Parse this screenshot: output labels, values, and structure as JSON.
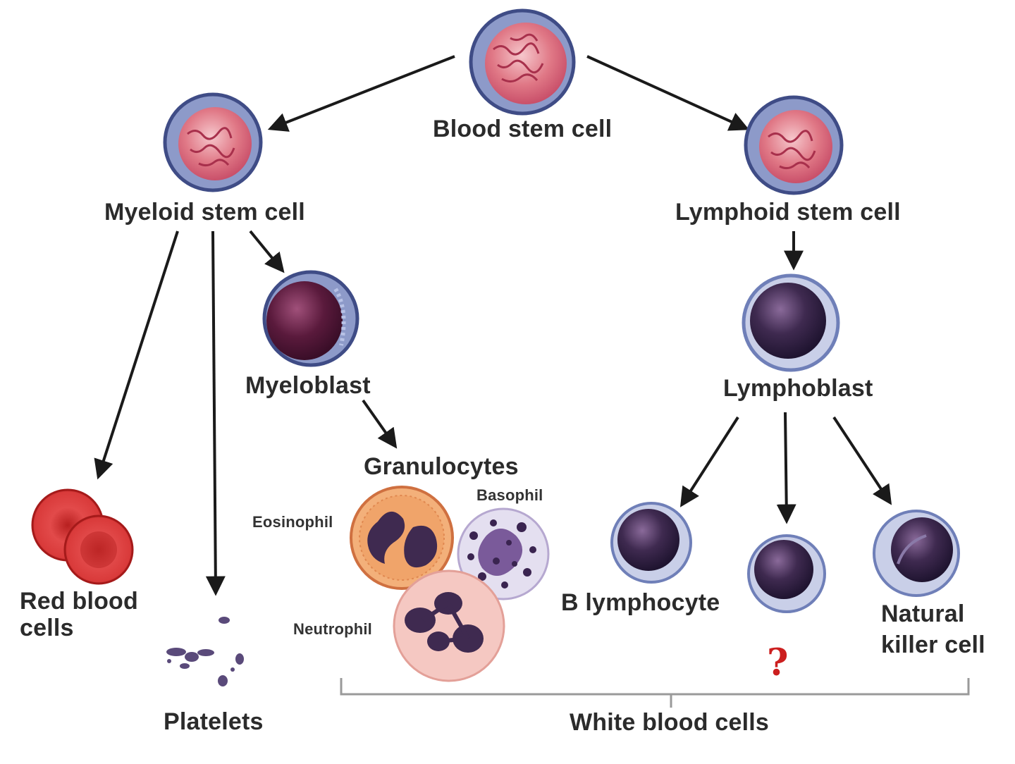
{
  "labels": {
    "blood_stem_cell": "Blood stem cell",
    "myeloid_stem_cell": "Myeloid stem cell",
    "lymphoid_stem_cell": "Lymphoid stem cell",
    "myeloblast": "Myeloblast",
    "lymphoblast": "Lymphoblast",
    "granulocytes": "Granulocytes",
    "eosinophil": "Eosinophil",
    "basophil": "Basophil",
    "neutrophil": "Neutrophil",
    "red_blood_cells_line1": "Red blood",
    "red_blood_cells_line2": "cells",
    "platelets": "Platelets",
    "b_lymphocyte": "B lymphocyte",
    "unknown_cell": "?",
    "natural_killer_line1": "Natural",
    "natural_killer_line2": "killer cell",
    "white_blood_cells": "White blood cells"
  },
  "colors": {
    "arrow": "#1a1a1a",
    "bracket": "#9a9a9a",
    "stem_nucleus": "#e06a7a",
    "cell_membrane": "#6f7fb8",
    "blast_nucleus": "#5a1a3c",
    "rbc": "#d93a3a",
    "eosinophil": "#f0a46a",
    "basophil": "#d9d2e8",
    "neutrophil": "#f5c8c2",
    "question_mark": "#cc1f1f"
  }
}
